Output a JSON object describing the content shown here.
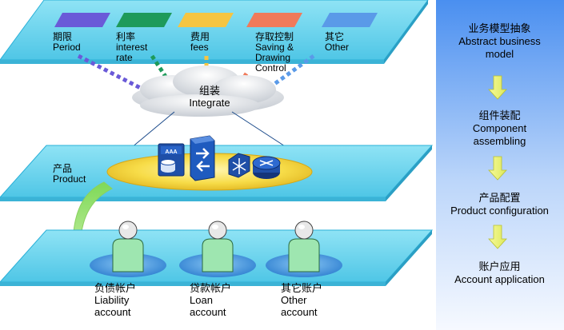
{
  "categories": [
    {
      "cn": "期限",
      "en": "Period",
      "color": "#6a5ad8"
    },
    {
      "cn": "利率",
      "en": "interest rate",
      "en_lines": [
        "interest",
        "rate"
      ],
      "color": "#1e9a5a"
    },
    {
      "cn": "费用",
      "en": "fees",
      "color": "#f5c542"
    },
    {
      "cn": "存取控制",
      "en": "Saving & Drawing Control",
      "en_lines": [
        "Saving &",
        "Drawing",
        "Control"
      ],
      "color": "#f07a5a"
    },
    {
      "cn": "其它",
      "en": "Other",
      "color": "#5a9ae8"
    }
  ],
  "integrate": {
    "cn": "组装",
    "en": "Integrate"
  },
  "product_layer": {
    "cn": "产品",
    "en": "Product",
    "badge": "AAA"
  },
  "accounts": [
    {
      "cn": "负债帐户",
      "en_lines": [
        "Liability",
        "account"
      ]
    },
    {
      "cn": "贷款帐户",
      "en_lines": [
        "Loan",
        "account"
      ]
    },
    {
      "cn": "其它账户",
      "en_lines": [
        "Other",
        "account"
      ]
    }
  ],
  "steps": [
    {
      "cn": "业务模型抽象",
      "en_lines": [
        "Abstract business",
        "model"
      ]
    },
    {
      "cn": "组件装配",
      "en_lines": [
        "Component",
        "assembling"
      ]
    },
    {
      "cn": "产品配置",
      "en_lines": [
        "Product configuration"
      ]
    },
    {
      "cn": "账户应用",
      "en_lines": [
        "Account application"
      ]
    }
  ],
  "colors": {
    "layer": "#5fd0ea",
    "layer_edge": "#2ab0d8",
    "panel_top": "#4a8ff0",
    "panel_bottom": "#f4f8ff",
    "arrow": "#e8f07a",
    "ellipse": "#f5d63a"
  }
}
